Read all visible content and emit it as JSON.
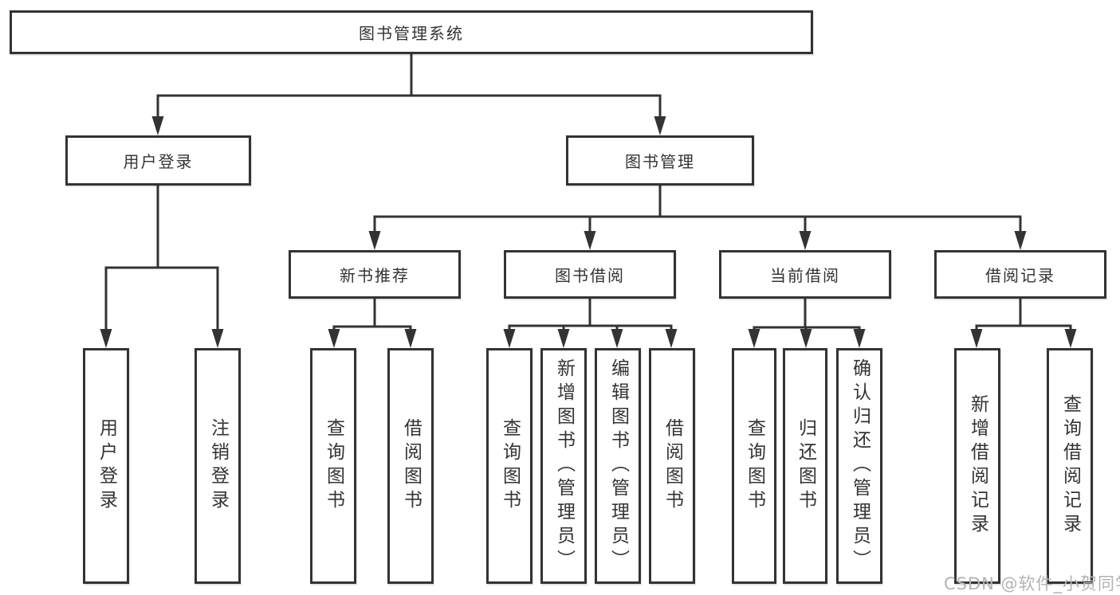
{
  "diagram": {
    "root": {
      "label": "图书管理系统"
    },
    "branches": [
      {
        "label": "用户登录",
        "children": [
          {
            "label": "用户登录"
          },
          {
            "label": "注销登录"
          }
        ]
      },
      {
        "label": "图书管理",
        "children": [
          {
            "label": "新书推荐",
            "children": [
              {
                "label": "查询图书"
              },
              {
                "label": "借阅图书"
              }
            ]
          },
          {
            "label": "图书借阅",
            "children": [
              {
                "label": "查询图书"
              },
              {
                "label": "新增图书（管理员）"
              },
              {
                "label": "编辑图书（管理员）"
              },
              {
                "label": "借阅图书"
              }
            ]
          },
          {
            "label": "当前借阅",
            "children": [
              {
                "label": "查询图书"
              },
              {
                "label": "归还图书"
              },
              {
                "label": "确认归还（管理员）"
              }
            ]
          },
          {
            "label": "借阅记录",
            "children": [
              {
                "label": "新增借阅记录"
              },
              {
                "label": "查询借阅记录"
              }
            ]
          }
        ]
      }
    ]
  },
  "watermark": {
    "text": "CSDN @软件_小贺同学"
  },
  "style": {
    "line_color": "#333333",
    "box_border_color": "#333333",
    "box_fill": "#ffffff",
    "text_color": "#333333",
    "watermark_color": "#b3b3b3",
    "background": "#ffffff"
  }
}
